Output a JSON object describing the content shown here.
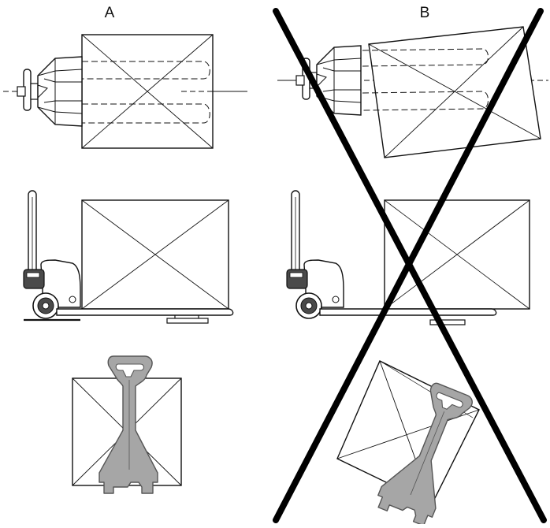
{
  "labels": {
    "correct": "A",
    "incorrect": "B"
  },
  "colors": {
    "stroke": "#111111",
    "handle_fill": "#a6a6a6",
    "handle_stroke": "#555555",
    "truck_fill": "#ffffff",
    "wheel_dark": "#4a4a4a",
    "cross": "#000000"
  },
  "icons": {
    "correct_marker": "none",
    "incorrect_marker": "large-x-icon"
  }
}
